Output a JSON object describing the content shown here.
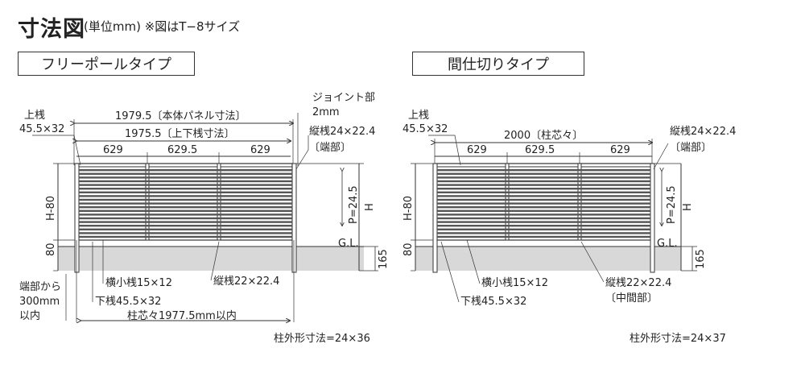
{
  "header": {
    "title": "寸法図",
    "subtitle": "(単位mm) ※図はT−8サイズ"
  },
  "left": {
    "tab_label": "フリーポールタイプ",
    "top_rail_label": "上桟",
    "top_rail_size": "45.5×32",
    "body_panel_dim": "1979.5〔本体パネル寸法〕",
    "rail_dim": "1975.5〔上下桟寸法〕",
    "span1": "629",
    "span2": "629.5",
    "span3": "629",
    "joint_label": "ジョイント部",
    "joint_size": "2mm",
    "vertical_label": "縦桟24×22.4",
    "vertical_note": "〔端部〕",
    "height_label": "H-80",
    "pitch_label": "P=24.5",
    "h_label": "H",
    "base_dim": "80",
    "gl_label": "G.L.",
    "depth_dim": "165",
    "end_note_1": "端部から",
    "end_note_2": "300mm",
    "end_note_3": "以内",
    "small_rail_label": "横小桟15×12",
    "bottom_rail_label": "下桟45.5×32",
    "mid_vertical_label": "縦桟22×22.4",
    "post_pitch_label": "柱芯々1977.5mm以内",
    "post_size_label": "柱外形寸法=24×36"
  },
  "right": {
    "tab_label": "間仕切りタイプ",
    "top_rail_label": "上桟",
    "top_rail_size": "45.5×32",
    "post_pitch_dim": "2000〔柱芯々〕",
    "span1": "629",
    "span2": "629.5",
    "span3": "629",
    "vertical_label": "縦桟24×22.4",
    "vertical_note": "〔端部〕",
    "height_label": "H-80",
    "pitch_label": "P=24.5",
    "h_label": "H",
    "base_dim": "80",
    "gl_label": "G.L.",
    "depth_dim": "165",
    "small_rail_label": "横小桟15×12",
    "bottom_rail_label": "下桟45.5×32",
    "mid_vertical_label": "縦桟22×22.4",
    "mid_vertical_note": "〔中間部〕",
    "post_size_label": "柱外形寸法=24×37"
  }
}
